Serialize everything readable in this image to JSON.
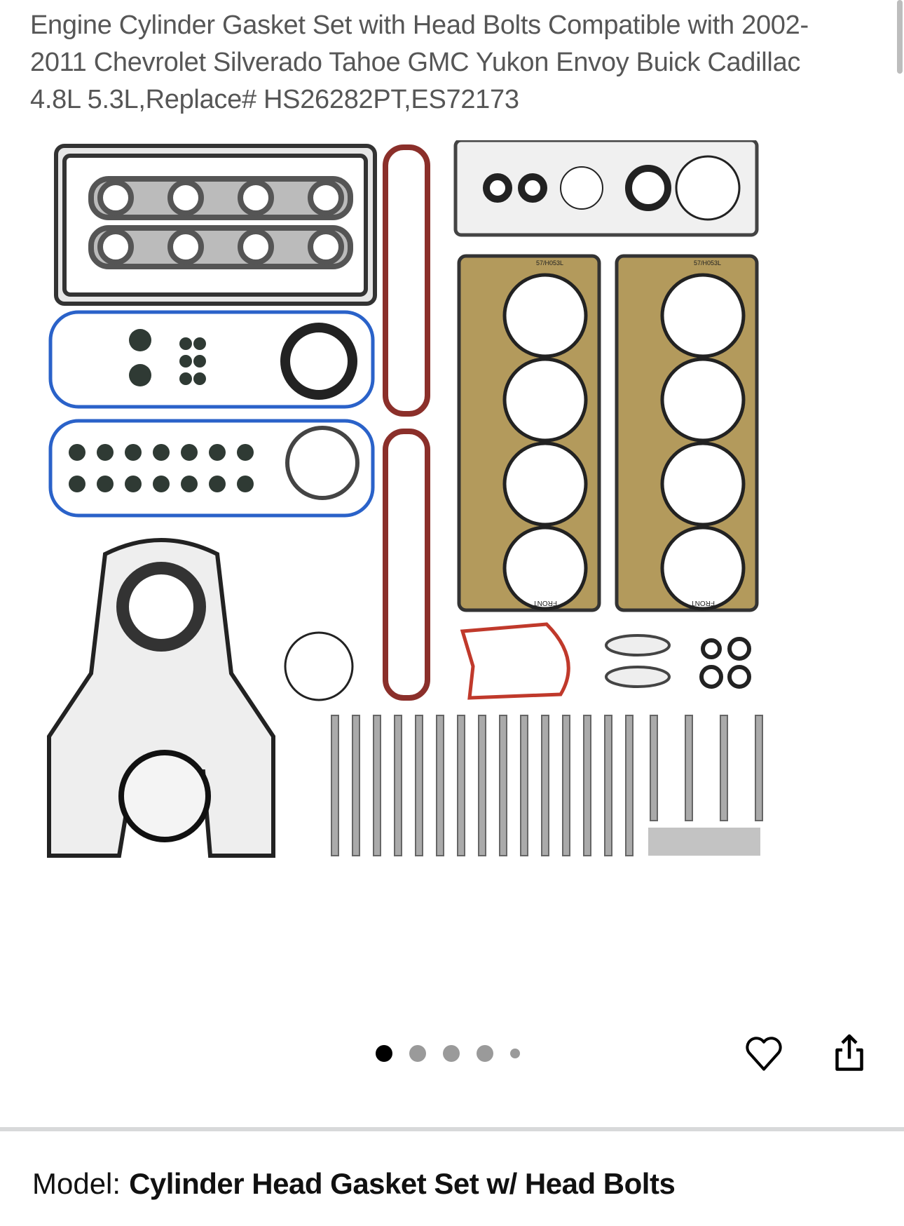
{
  "product": {
    "title": "Engine Cylinder Gasket Set with Head Bolts Compatible with 2002-2011 Chevrolet Silverado Tahoe GMC Yukon Envoy Buick Cadillac 4.8L 5.3L,Replace# HS26282PT,ES72173",
    "image_alt": "Engine cylinder gasket set with head bolts",
    "image_labels": {
      "head_gasket_mark": "57/H053L",
      "front_mark": "FRONT"
    }
  },
  "carousel": {
    "count": 5,
    "active_index": 0
  },
  "actions": {
    "favorite_icon": "heart-icon",
    "share_icon": "share-icon"
  },
  "model": {
    "label": "Model:",
    "value": "Cylinder Head Gasket Set w/ Head Bolts"
  },
  "colors": {
    "title": "#565656",
    "dot_active": "#000000",
    "dot_inactive": "#9a9a9a",
    "divider": "#d8d9da",
    "gasket_blue": "#2a62c9",
    "gasket_red": "#c0392b",
    "head_gasket_gold": "#b39a5c"
  }
}
